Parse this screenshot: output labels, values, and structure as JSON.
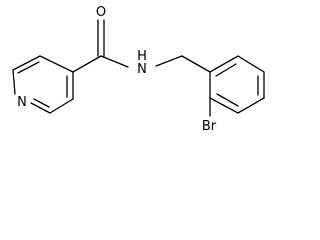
{
  "molecule": {
    "atoms": {
      "oxygen": "O",
      "amide_nitrogen": "N",
      "amide_hydrogen": "H",
      "pyridine_nitrogen": "N",
      "bromine": "Br"
    }
  }
}
